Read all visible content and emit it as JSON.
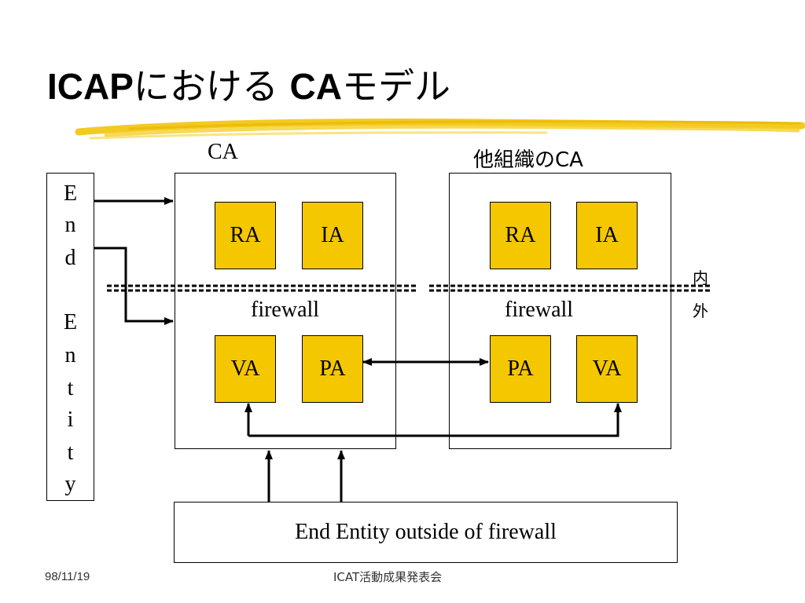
{
  "slide": {
    "title_bold_1": "ICAP",
    "title_mid": "における ",
    "title_bold_2": "CA",
    "title_end": "モデル",
    "footer_date": "98/11/19",
    "footer_center": "ICAT活動成果発表会"
  },
  "diagram": {
    "ca_label": "CA",
    "other_ca_label": "他組織のCA",
    "end_entity_letters": [
      "E",
      "n",
      "d",
      "",
      "E",
      "n",
      "t",
      "i",
      "t",
      "y"
    ],
    "left_ca": {
      "ra": "RA",
      "ia": "IA",
      "firewall": "firewall",
      "va": "VA",
      "pa": "PA"
    },
    "right_ca": {
      "ra": "RA",
      "ia": "IA",
      "firewall": "firewall",
      "pa": "PA",
      "va": "VA"
    },
    "inside_label": "内",
    "outside_label": "外",
    "outside_entity": "End Entity outside of firewall"
  },
  "colors": {
    "component_fill": "#f5c700",
    "brush_stroke": "#f2c40a"
  },
  "icons": [
    "arrow-icon",
    "double-arrow-icon",
    "dashed-firewall-line"
  ]
}
